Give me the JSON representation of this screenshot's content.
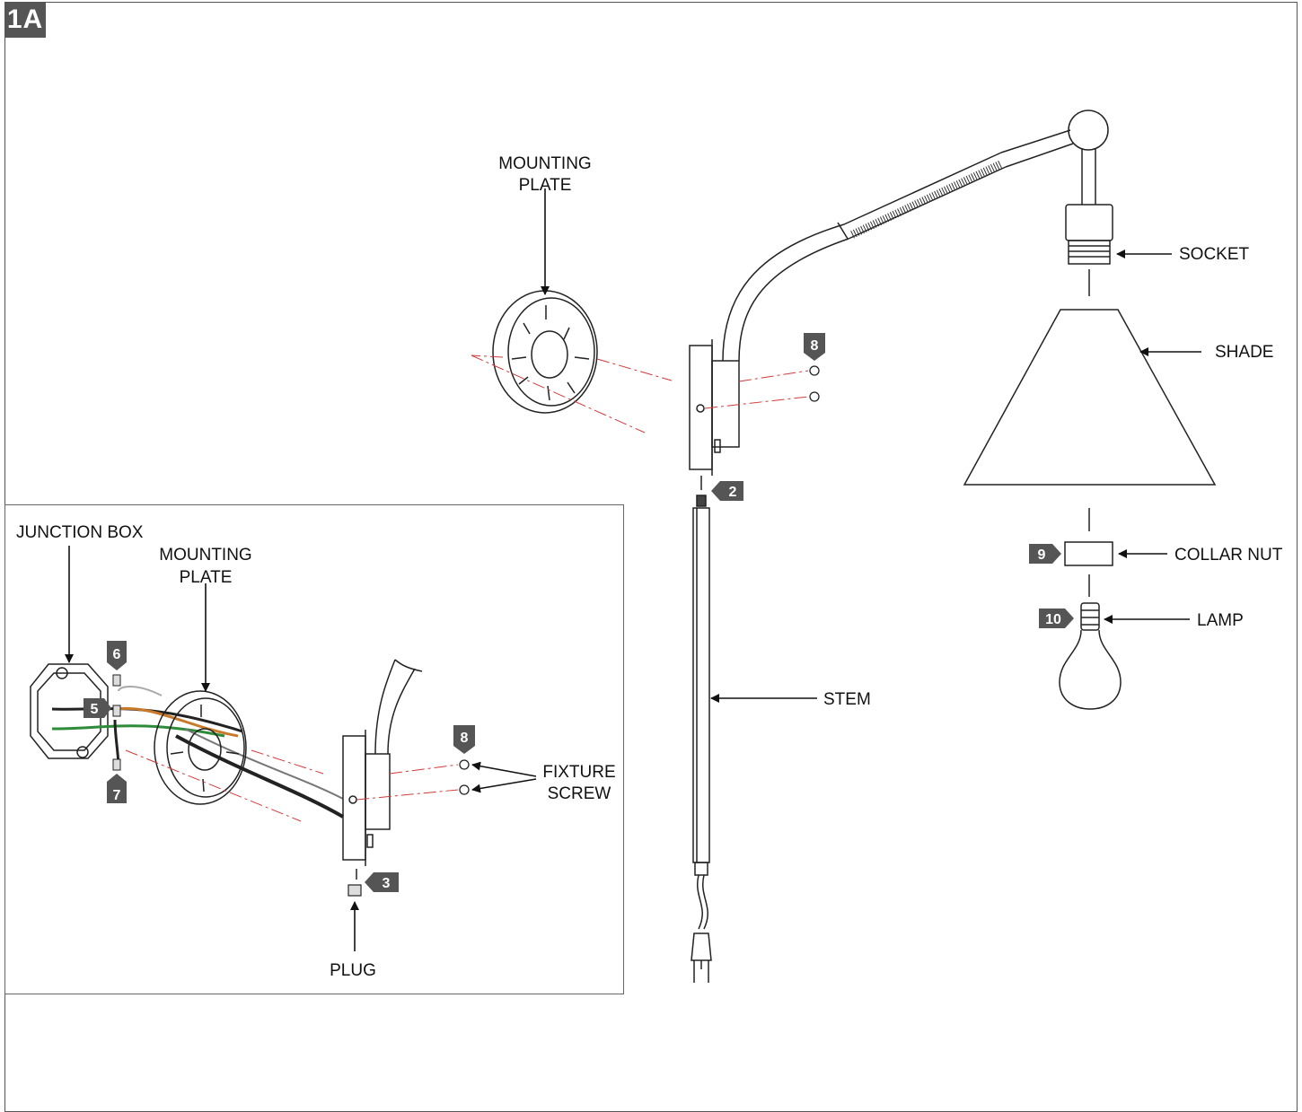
{
  "figure": {
    "tag": "1A"
  },
  "labels": {
    "mounting_plate_main_line1": "MOUNTING",
    "mounting_plate_main_line2": "PLATE",
    "socket": "SOCKET",
    "shade": "SHADE",
    "collar_nut": "COLLAR NUT",
    "lamp": "LAMP",
    "stem": "STEM",
    "junction_box": "JUNCTION BOX",
    "mounting_plate_inset_line1": "MOUNTING",
    "mounting_plate_inset_line2": "PLATE",
    "fixture_screw_line1": "FIXTURE",
    "fixture_screw_line2": "SCREW",
    "plug": "PLUG"
  },
  "steps": {
    "s2": "2",
    "s3": "3",
    "s5": "5",
    "s6": "6",
    "s7": "7",
    "s8_main": "8",
    "s8_inset": "8",
    "s9": "9",
    "s10": "10"
  },
  "colors": {
    "line": "#222222",
    "badge": "#555555",
    "dash": "#d23a3a",
    "ground_wire": "#2e8b3a",
    "hot_wire": "#c87a2a"
  }
}
